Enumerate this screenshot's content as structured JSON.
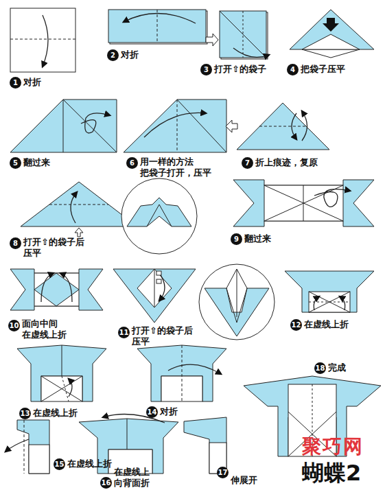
{
  "diagram": {
    "title": "蝴蝶2",
    "labels": [
      "1",
      "对折",
      "2",
      "对折",
      "3",
      "打开⇧的袋子",
      "4",
      "把袋子压平",
      "5",
      "翻过来",
      "6",
      "用一样的方法 把袋子打开，压平",
      "7",
      "折上痕迹，复原",
      "8",
      "打开⇧的袋子后 压平",
      "9",
      "翻过来",
      "10",
      "面向中间 在虚线上折",
      "11",
      "打开⇧的袋子后 压平",
      "12",
      "在虚线上折",
      "13",
      "在虚线上折",
      "14",
      "对折",
      "15",
      "在虚线上折",
      "16",
      "在虚线上 向背面折",
      "17",
      "伸展开",
      "18",
      "完成",
      "聚巧网"
    ]
  }
}
